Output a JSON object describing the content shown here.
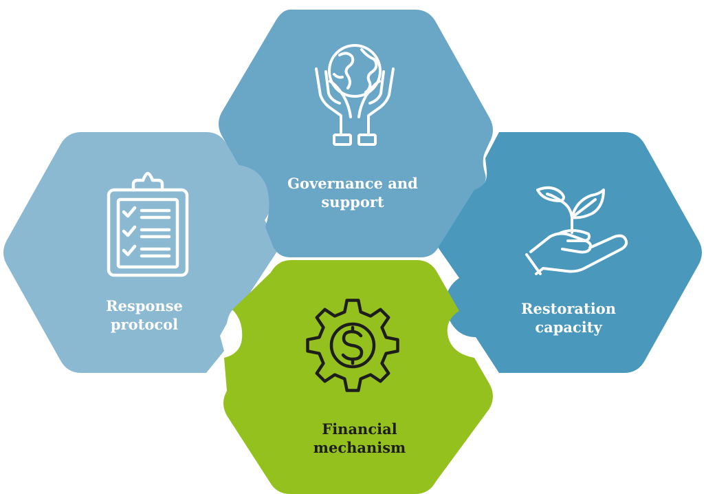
{
  "colors": {
    "background": "#ffffff",
    "response": "#8bb9d2",
    "governance": "#6aa6c6",
    "restoration": "#4a98bb",
    "financial": "#95c11f",
    "light_text": "#ffffff",
    "dark_text": "#1d1d1b"
  },
  "hexagons": {
    "response": {
      "label_line1": "Response",
      "label_line2": "protocol",
      "icon": "clipboard-checklist-icon"
    },
    "governance": {
      "label_line1": "Governance and",
      "label_line2": "support",
      "icon": "hands-holding-globe-icon"
    },
    "restoration": {
      "label_line1": "Restoration",
      "label_line2": "capacity",
      "icon": "hand-holding-sprout-icon"
    },
    "financial": {
      "label_line1": "Financial",
      "label_line2": "mechanism",
      "icon": "gear-dollar-icon"
    }
  }
}
